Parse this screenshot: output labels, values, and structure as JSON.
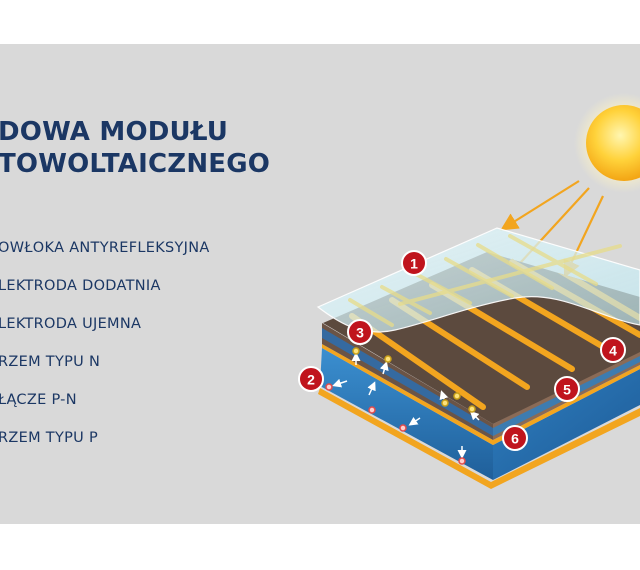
{
  "title": {
    "line1": "DOWA MODUŁU",
    "line2": "TOWOLTAICZNEGO"
  },
  "legend": [
    {
      "label": "OWŁOKA ANTYREFLEKSYJNA"
    },
    {
      "label": "LEKTRODA DODATNIA"
    },
    {
      "label": "LEKTRODA UJEMNA"
    },
    {
      "label": "RZEM TYPU N"
    },
    {
      "label": "ŁĄCZE P-N"
    },
    {
      "label": "RZEM TYPU P"
    }
  ],
  "markers": [
    {
      "number": "1"
    },
    {
      "number": "2"
    },
    {
      "number": "3"
    },
    {
      "number": "4"
    },
    {
      "number": "5"
    },
    {
      "number": "6"
    }
  ],
  "colors": {
    "panel_background": "#d9d9d9",
    "text": "#1b3764",
    "marker": "#c0141d",
    "sun": "#f7b21a",
    "electrode": "#f2a51f",
    "n_type_top": "#5c4a3e",
    "blue_layer": "#2f7fc0",
    "glass": "#d6f1f6"
  },
  "icons": [
    "sun-icon",
    "light-ray-arrow-icon",
    "electron-arrow-icon"
  ]
}
